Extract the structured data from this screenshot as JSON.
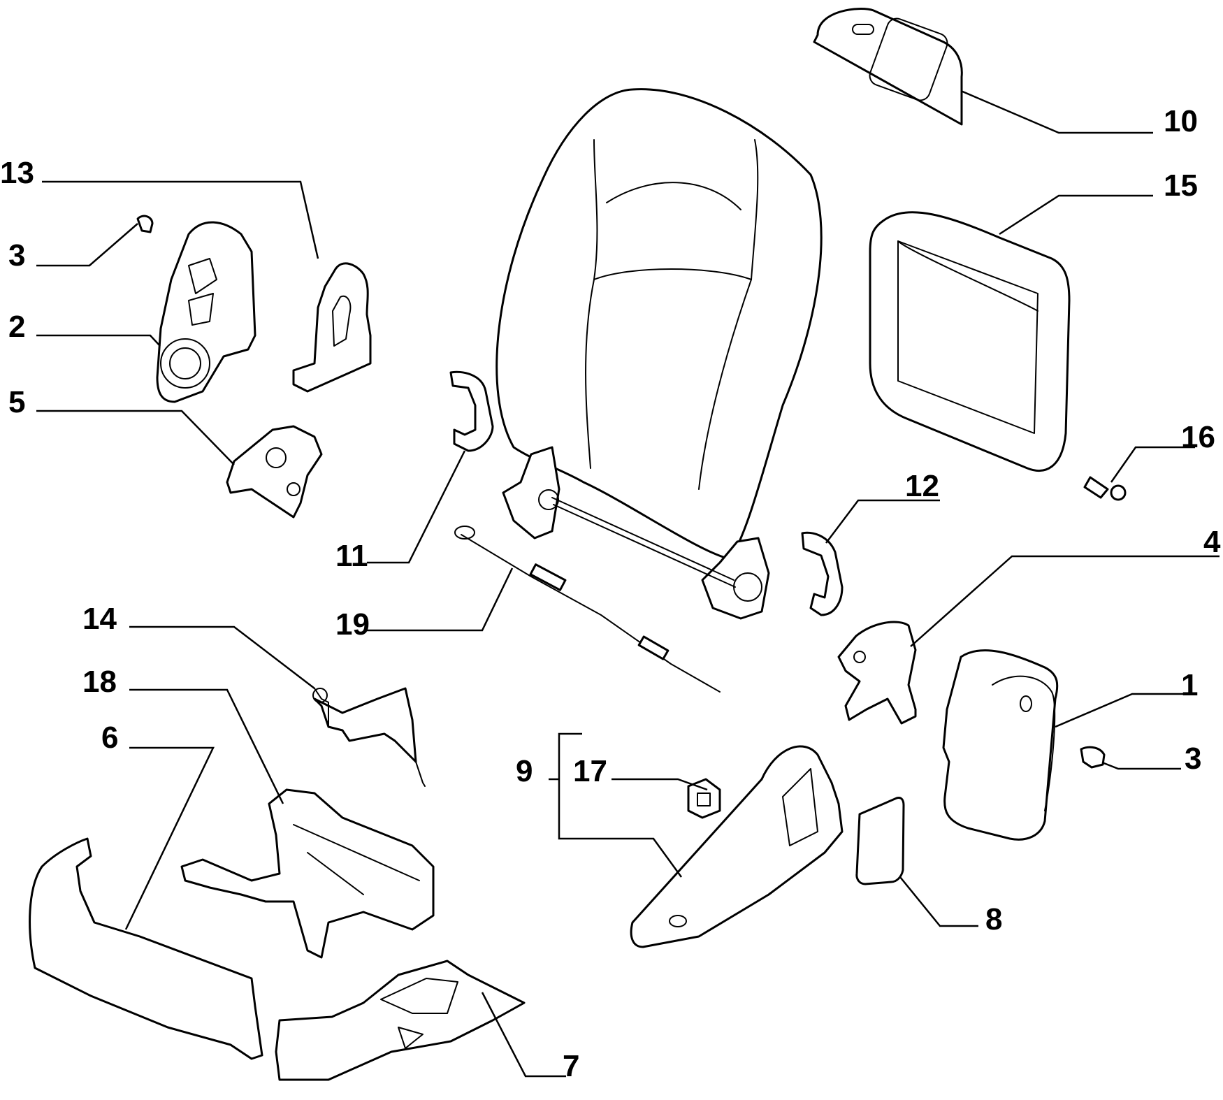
{
  "callouts": {
    "c1": "1",
    "c2": "2",
    "c3a": "3",
    "c3b": "3",
    "c4": "4",
    "c5": "5",
    "c6": "6",
    "c7": "7",
    "c8": "8",
    "c9": "9",
    "c10": "10",
    "c11": "11",
    "c12": "12",
    "c13": "13",
    "c14": "14",
    "c15": "15",
    "c16": "16",
    "c17": "17",
    "c18": "18",
    "c19": "19"
  },
  "colors": {
    "line": "#000000",
    "background": "#ffffff"
  }
}
